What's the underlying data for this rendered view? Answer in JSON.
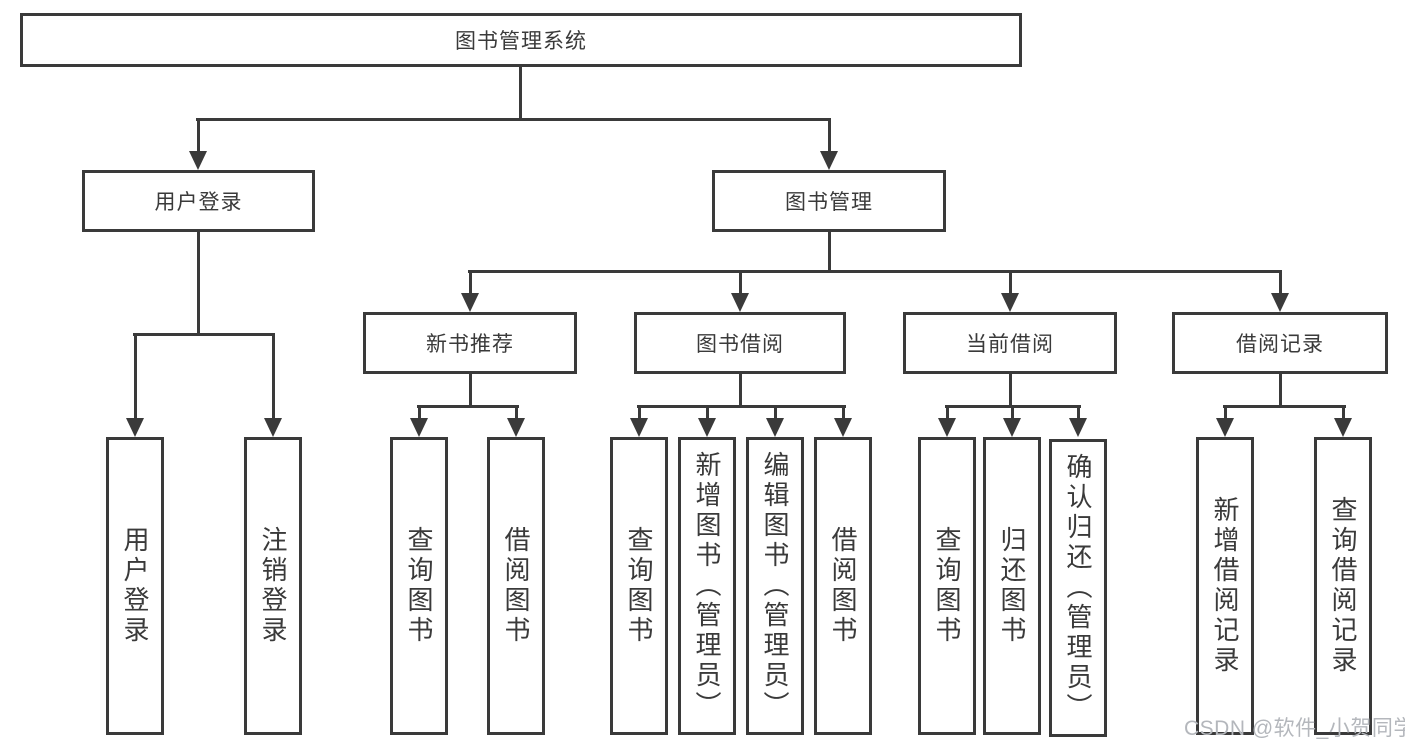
{
  "diagram": {
    "root": {
      "label": "图书管理系统"
    },
    "level1": [
      {
        "label": "用户登录",
        "children": [
          {
            "label": "用户登录"
          },
          {
            "label": "注销登录"
          }
        ]
      },
      {
        "label": "图书管理",
        "children": [
          {
            "label": "新书推荐",
            "children": [
              {
                "label": "查询图书"
              },
              {
                "label": "借阅图书"
              }
            ]
          },
          {
            "label": "图书借阅",
            "children": [
              {
                "label": "查询图书"
              },
              {
                "label": "新增图书（管理员）"
              },
              {
                "label": "编辑图书（管理员）"
              },
              {
                "label": "借阅图书"
              }
            ]
          },
          {
            "label": "当前借阅",
            "children": [
              {
                "label": "查询图书"
              },
              {
                "label": "归还图书"
              },
              {
                "label": "确认归还（管理员）"
              }
            ]
          },
          {
            "label": "借阅记录",
            "children": [
              {
                "label": "新增借阅记录"
              },
              {
                "label": "查询借阅记录"
              }
            ]
          }
        ]
      }
    ]
  },
  "watermark": {
    "text": "CSDN @软件_小贺同学"
  },
  "colors": {
    "line": "#3a3a3a",
    "text": "#3a3a3a",
    "watermark": "#b4b7bc",
    "background": "#ffffff"
  }
}
